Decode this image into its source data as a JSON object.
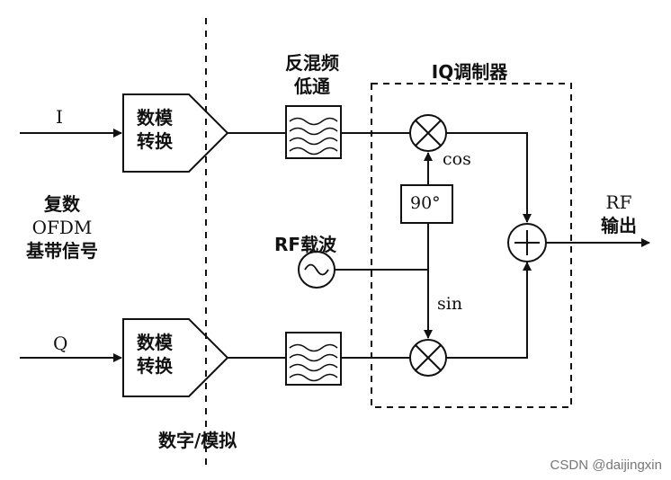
{
  "inputs": {
    "i": "I",
    "q": "Q"
  },
  "dac": {
    "line1": "数模",
    "line2": "转换"
  },
  "source_label": [
    "复数",
    "OFDM",
    "基带信号"
  ],
  "filter_label": {
    "line1": "反混频",
    "line2": "低通"
  },
  "modulator_label": "IQ调制器",
  "phase_shifter": "90°",
  "cos": "cos",
  "sin": "sin",
  "carrier": "RF载波",
  "output": {
    "line1": "RF",
    "line2": "输出"
  },
  "domain_label": "数字/模拟",
  "watermark": "CSDN @daijingxin",
  "colors": {
    "stroke": "#111111",
    "background": "#ffffff",
    "watermark": "#777777"
  },
  "icons": [
    "dac-block",
    "lowpass-filter-icon",
    "mixer-icon",
    "summer-icon",
    "oscillator-icon",
    "arrow-icon"
  ]
}
